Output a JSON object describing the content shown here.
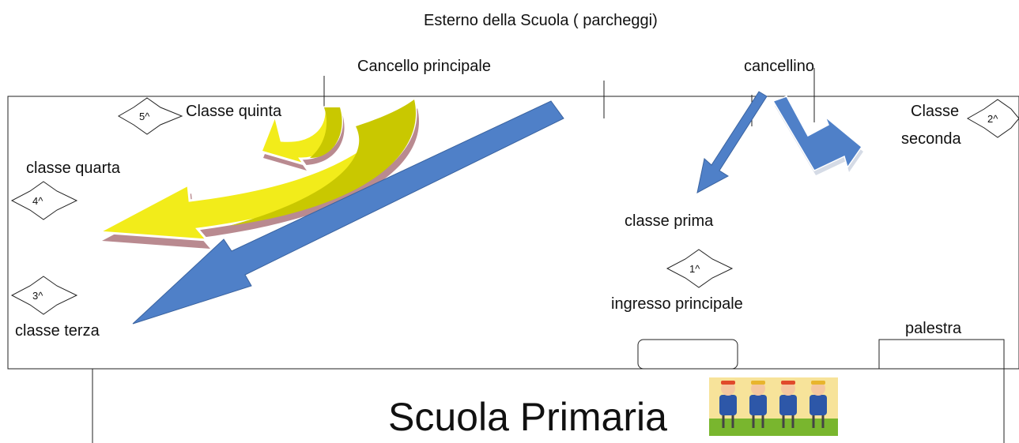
{
  "labels": {
    "outside": "Esterno  della Scuola  ( parcheggi)",
    "main_gate": "Cancello principale",
    "small_gate": "cancellino",
    "class5": "Classe quinta",
    "class4": "classe quarta",
    "class3": "classe terza",
    "class1": "classe prima",
    "main_entrance": "ingresso principale",
    "class2_line1": "Classe",
    "class2_line2": "seconda",
    "gym": "palestra",
    "school": "Scuola Primaria"
  },
  "badges": {
    "b5": "5^",
    "b4": "4^",
    "b3": "3^",
    "b1": "1^",
    "b2": "2^"
  },
  "colors": {
    "blue_arrow": "#4f80c8",
    "yellow_arrow": "#f2ec1a",
    "olive_arrow": "#c9c800",
    "shadow": "#b98a90",
    "line": "#222222"
  }
}
